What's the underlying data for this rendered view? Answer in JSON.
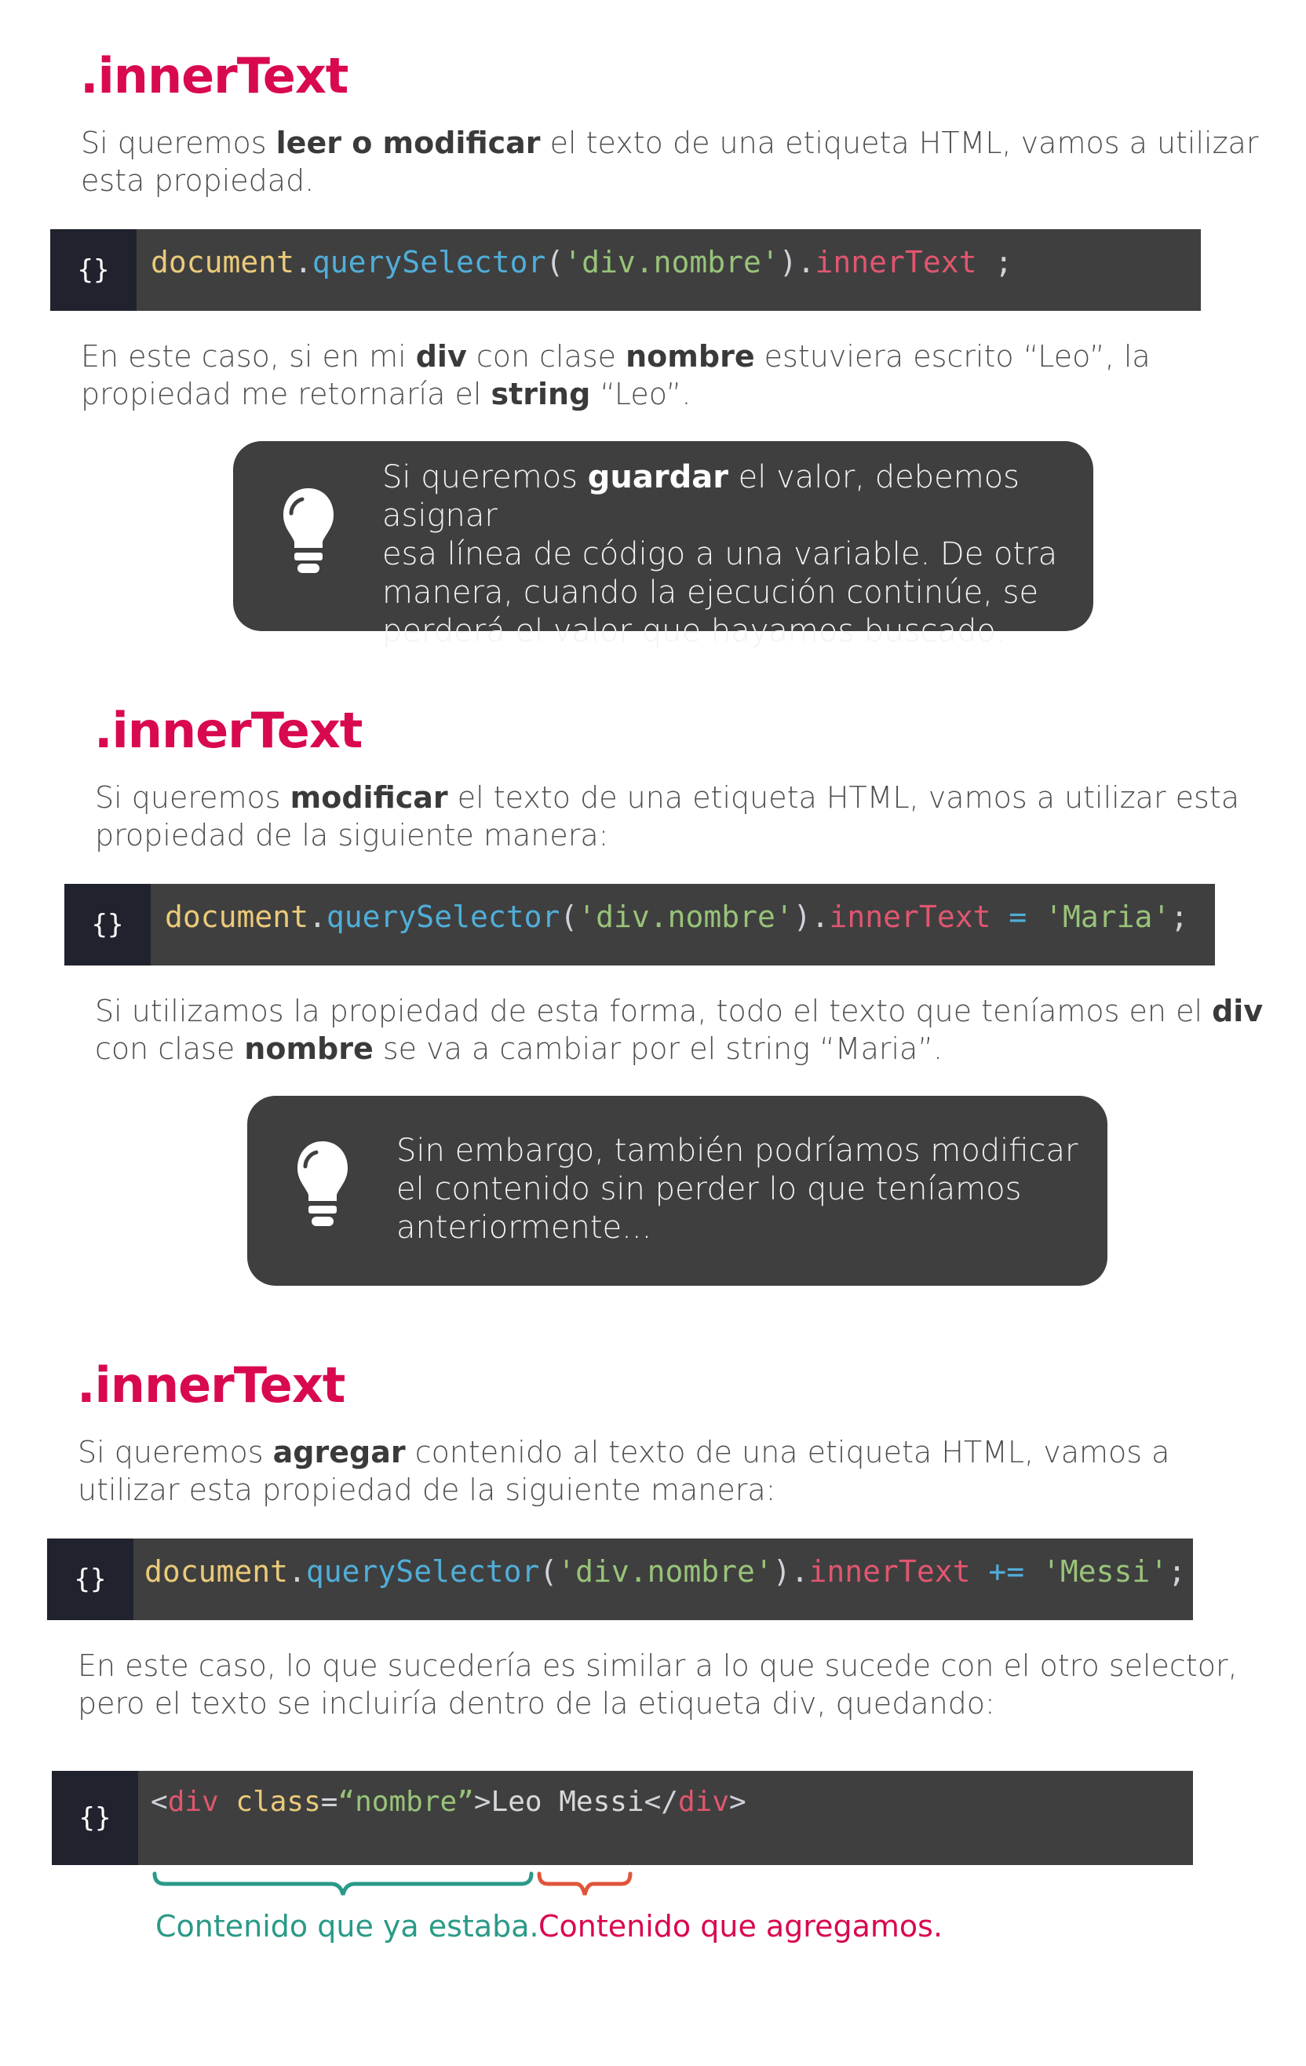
{
  "sections": [
    {
      "title": ".innerText",
      "para_html": "Si queremos <b>leer o modificar</b> el texto de una etiqueta HTML, vamos a utilizar<br>esta propiedad.",
      "code_tab": "{}",
      "after_html": "En este caso, si en mi <b>div</b> con clase <b>nombre</b> estuviera escrito “Leo”, la<br>propiedad me retornaría el <b>string</b> “Leo”.",
      "tip_html": "Si queremos <b>guardar</b> el valor, debemos asignar<br>esa línea de código a una variable. De otra<br>manera, cuando la ejecución continúe, se<br>perderá el valor que hayamos buscado."
    },
    {
      "title": ".innerText",
      "para_html": "Si queremos <b>modificar</b> el texto de una etiqueta HTML, vamos a utilizar esta<br>propiedad de la siguiente manera:",
      "code_tab": "{}",
      "after_html": "Si utilizamos la propiedad de esta forma, todo el texto que teníamos en el <b>div</b><br>con clase <b>nombre</b> se va a cambiar por el string “Maria”.",
      "tip_html": "Sin embargo, también podríamos modificar<br>el contenido sin perder lo que teníamos<br>anteriormente..."
    },
    {
      "title": ".innerText",
      "para_html": "Si queremos <b>agregar</b> contenido al texto de una etiqueta HTML, vamos a<br>utilizar esta propiedad de la siguiente manera:",
      "code_tab": "{}",
      "after_html": "En este caso, lo que sucedería es similar a lo que sucede con el otro selector,<br>pero el texto se incluiría dentro de la etiqueta div, quedando:"
    }
  ],
  "code_lines": [
    [
      [
        "c-obj",
        "document"
      ],
      [
        "c-dot",
        "."
      ],
      [
        "c-fn",
        "querySelector"
      ],
      [
        "c-punc",
        "("
      ],
      [
        "c-str",
        "'div.nombre'"
      ],
      [
        "c-punc",
        ")."
      ],
      [
        "c-prop",
        "innerText"
      ],
      [
        "c-punc",
        " ;"
      ]
    ],
    [
      [
        "c-obj",
        "document"
      ],
      [
        "c-dot",
        "."
      ],
      [
        "c-fn",
        "querySelector"
      ],
      [
        "c-punc",
        "("
      ],
      [
        "c-str",
        "'div.nombre'"
      ],
      [
        "c-punc",
        ")."
      ],
      [
        "c-prop",
        "innerText"
      ],
      [
        "c-op",
        " = "
      ],
      [
        "c-str",
        "'Maria'"
      ],
      [
        "c-punc",
        ";"
      ]
    ],
    [
      [
        "c-obj",
        "document"
      ],
      [
        "c-dot",
        "."
      ],
      [
        "c-fn",
        "querySelector"
      ],
      [
        "c-punc",
        "("
      ],
      [
        "c-str",
        "'div.nombre'"
      ],
      [
        "c-punc",
        ")."
      ],
      [
        "c-prop",
        "innerText"
      ],
      [
        "c-op",
        " += "
      ],
      [
        "c-str",
        "'Messi'"
      ],
      [
        "c-punc",
        ";"
      ]
    ],
    [
      [
        "c-punc",
        "<"
      ],
      [
        "c-tag",
        "div"
      ],
      [
        "c-attr",
        " class"
      ],
      [
        "c-punc",
        "="
      ],
      [
        "c-str",
        "“nombre”"
      ],
      [
        "c-punc",
        ">"
      ],
      [
        "c-txt",
        "Leo Messi"
      ],
      [
        "c-punc",
        "</"
      ],
      [
        "c-tag",
        "div"
      ],
      [
        "c-punc",
        ">"
      ]
    ]
  ],
  "final_code_tab": "{}",
  "annotations": {
    "existing": "Contenido que ya estaba.",
    "added": "Contenido que agregamos."
  },
  "colors": {
    "title": "#d9094f",
    "code_bg": "#3f3f3f",
    "code_tab_bg": "#20232d",
    "teal": "#2a9a87",
    "orange": "#e0553a"
  },
  "icons": [
    "lightbulb-icon"
  ]
}
